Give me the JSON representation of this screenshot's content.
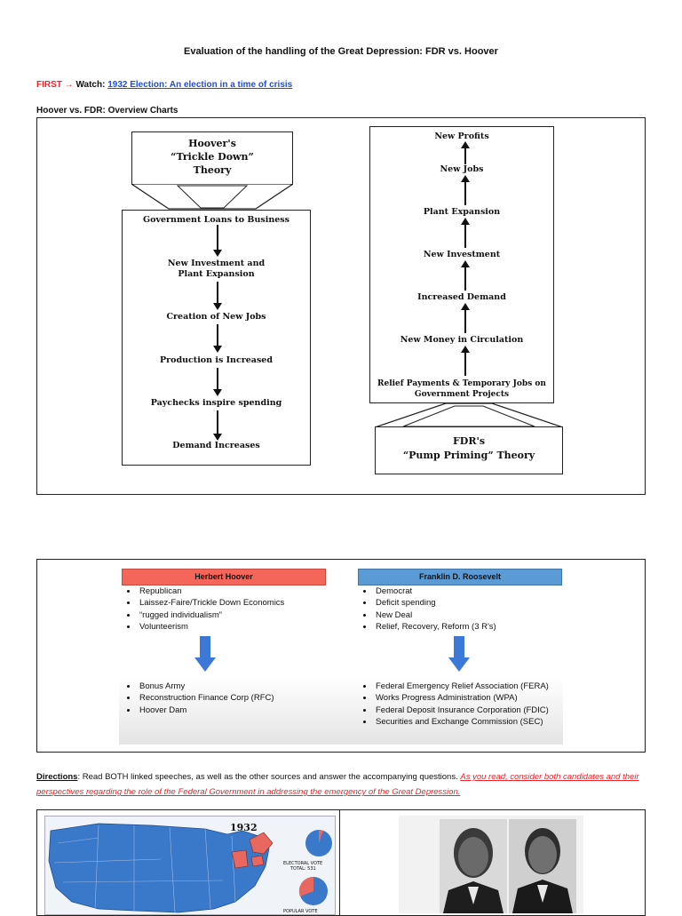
{
  "doc": {
    "title": "Evaluation of the handling of the Great Depression: FDR vs. Hoover",
    "first_label": "FIRST",
    "arrow_glyph": "→",
    "watch_label": "Watch:",
    "watch_link": "1932 Election: An election in a time of crisis",
    "overview_label": "Hoover vs. FDR: Overview Charts"
  },
  "hoover_chart": {
    "heading_line1": "Hoover's",
    "heading_line2": "“Trickle Down”",
    "heading_line3": "Theory",
    "steps": [
      "Government Loans to Business",
      "New Investment and Plant Expansion",
      "Creation of New Jobs",
      "Production is Increased",
      "Paychecks inspire spending",
      "Demand Increases"
    ]
  },
  "fdr_chart": {
    "heading_line1": "FDR's",
    "heading_line2": "“Pump Priming” Theory",
    "steps_top_down": [
      "New Profits",
      "New Jobs",
      "Plant Expansion",
      "New Investment",
      "Increased Demand",
      "New Money in Circulation",
      "Relief Payments & Temporary Jobs on Government Projects"
    ]
  },
  "comparison": {
    "hoover": {
      "header": "Herbert Hoover",
      "header_color": "#f4665a",
      "beliefs": [
        "Republican",
        "Laissez-Faire/Trickle Down Economics",
        "“rugged individualism”",
        "Volunteerism"
      ],
      "programs": [
        "Bonus Army",
        "Reconstruction Finance Corp (RFC)",
        "Hoover Dam"
      ]
    },
    "fdr": {
      "header": "Franklin D. Roosevelt",
      "header_color": "#5b9bd5",
      "beliefs": [
        "Democrat",
        "Deficit spending",
        "New Deal",
        "Relief, Recovery, Reform (3 R's)"
      ],
      "programs": [
        "Federal Emergency Relief Association (FERA)",
        "Works Progress Administration (WPA)",
        "Federal Deposit Insurance Corporation (FDIC)",
        "Securities and Exchange Commission (SEC)"
      ]
    },
    "arrow_color": "#3b78d8"
  },
  "directions": {
    "label": "Directions",
    "text": ": Read BOTH linked speeches, as well as the other sources and answer the accompanying questions.",
    "italic": "As you read, consider both candidates and their perspectives regarding the role of the Federal Government in addressing the emergency of the Great Depression."
  },
  "map_panel": {
    "year": "1932",
    "electoral_label": "ELECTORAL VOTE",
    "electoral_total": "TOTAL: 531",
    "popular_label": "POPULAR VOTE",
    "map_color_dem": "#3a78c9",
    "map_color_rep": "#e8675e"
  }
}
